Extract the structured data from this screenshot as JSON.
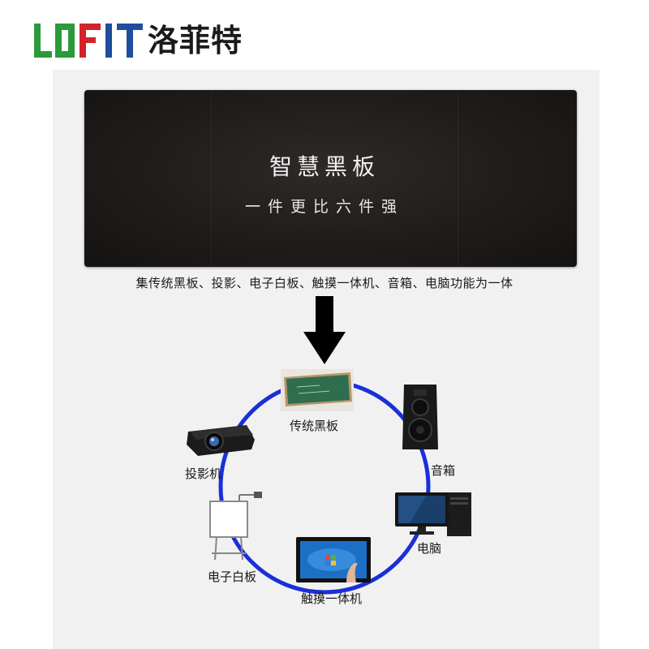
{
  "brand": {
    "logo_latin": "LOFIT",
    "logo_cjk": "洛菲特",
    "colors": {
      "green": "#2c9a3b",
      "red": "#d2232a",
      "blue": "#1f4e9c"
    }
  },
  "board": {
    "title": "智慧黑板",
    "subtitle": "一件更比六件强"
  },
  "caption": "集传统黑板、投影、电子白板、触摸一体机、音箱、电脑功能为一体",
  "devices": {
    "blackboard": {
      "label": "传统黑板",
      "icon": "green-chalkboard-icon"
    },
    "speaker": {
      "label": "音箱",
      "icon": "speaker-icon"
    },
    "computer": {
      "label": "电脑",
      "icon": "desktop-computer-icon"
    },
    "touch": {
      "label": "触摸一体机",
      "icon": "touch-screen-icon"
    },
    "whiteboard": {
      "label": "电子白板",
      "icon": "electronic-whiteboard-icon"
    },
    "projector": {
      "label": "投影机",
      "icon": "projector-icon"
    }
  },
  "colors": {
    "ring": "#1a2fd8",
    "arrow": "#000000",
    "board": "#1f1c1b"
  }
}
